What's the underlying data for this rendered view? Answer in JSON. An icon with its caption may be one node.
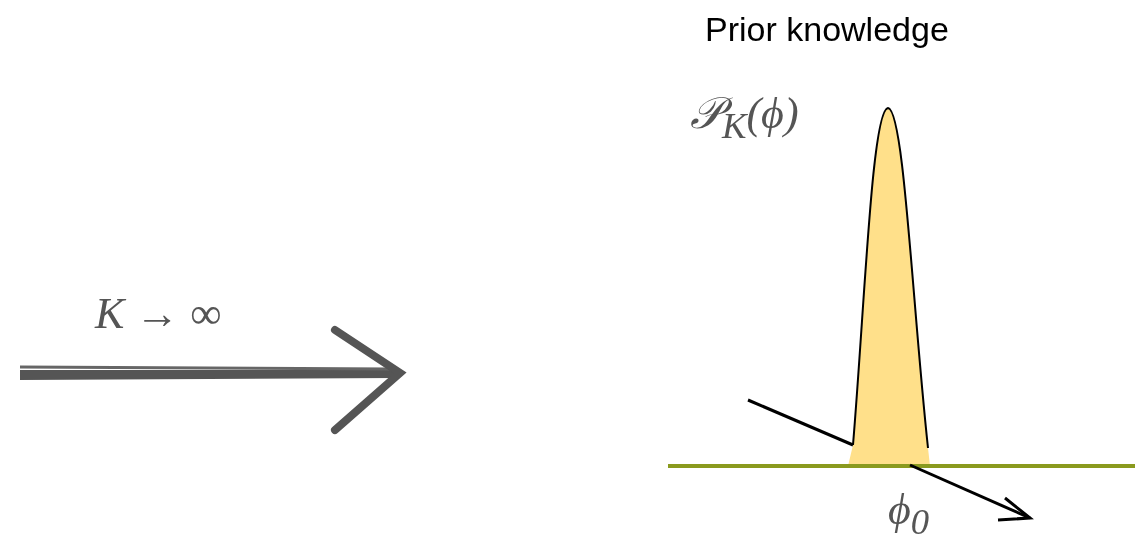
{
  "diagram": {
    "labels": [
      "Prior knowledge",
      "𝒫$_{K}$(ϕ)",
      "*K* → ∞",
      "ϕ$_{0}$"
    ]
  }
}
